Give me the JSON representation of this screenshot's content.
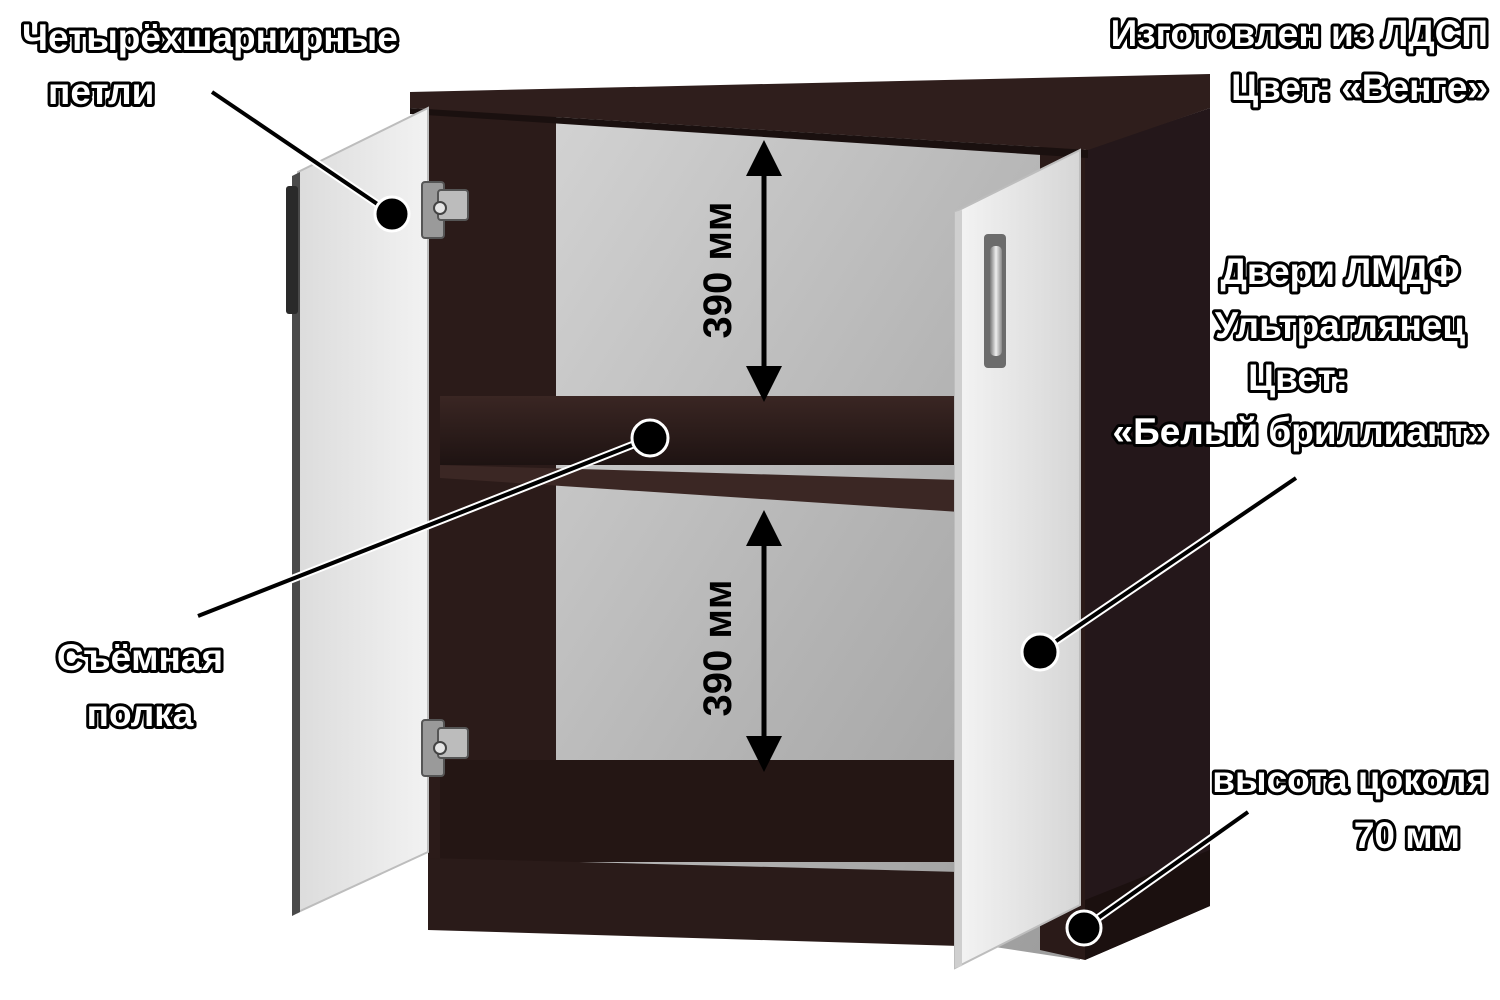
{
  "labels": {
    "hinges_line1": "Четырёхшарнирные",
    "hinges_line2": "петли",
    "material_line1": "Изготовлен из ЛДСП",
    "material_line2": "Цвет:  «Венге»",
    "doors_line1": "Двери ЛМДФ",
    "doors_line2": "Ультраглянец",
    "doors_line3": "Цвет:",
    "doors_line4": "«Белый бриллиант»",
    "shelf_line1": "Съёмная",
    "shelf_line2": "полка",
    "plinth_line1": "высота цоколя",
    "plinth_line2": "70 мм"
  },
  "dimensions": {
    "upper": "390 мм",
    "lower": "390 мм"
  },
  "colors": {
    "body_wenge": "#2c1c1a",
    "body_wenge_dark": "#1c1110",
    "door_white": "#ececec",
    "interior_back": "#b9b9b9",
    "label_outline": "#000000",
    "label_fill": "#ffffff"
  }
}
